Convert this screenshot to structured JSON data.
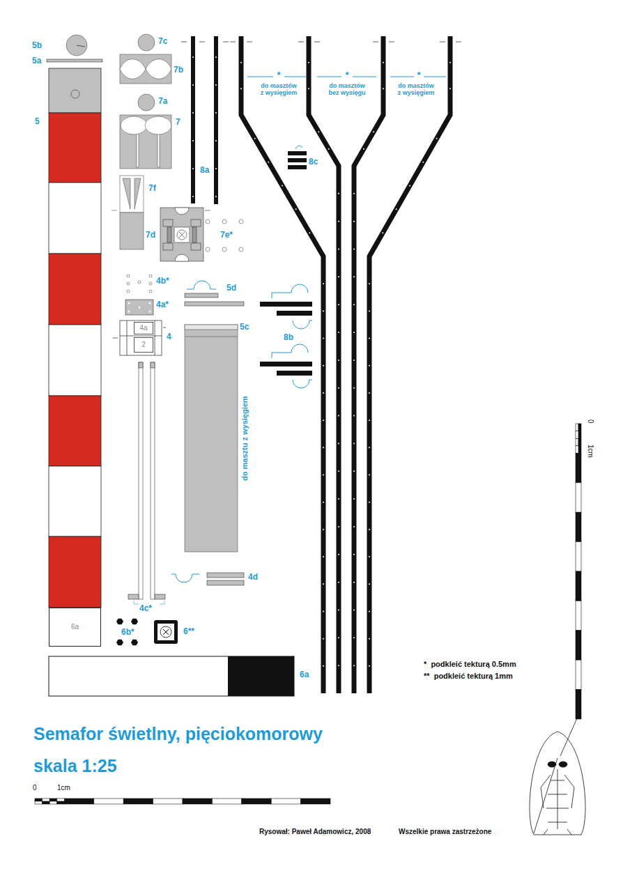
{
  "diagram": {
    "title": "Semafor świetlny, pięciokomorowy",
    "caption": "skala 1:25",
    "nodes": [
      {
        "text": [
          "6a"
        ]
      },
      {
        "text": [
          "4a"
        ]
      },
      {
        "text": [
          "2"
        ]
      }
    ],
    "labels": [
      "5b",
      "7c",
      "5a",
      "7b",
      "*",
      "do masztów z wysięgiem",
      "*",
      "do masztów bez wysięgu",
      "*",
      "do masztów z wysięgiem",
      "7a",
      "5",
      "7",
      "8c",
      "8a",
      "7f",
      "7d",
      "7e*",
      "4b*",
      "5d",
      "4a*",
      "5c",
      "8b",
      "4",
      "do masztu z wysięgiem",
      "4d",
      "4c*",
      "6b*",
      "6**",
      "6a",
      "*  podkleić tekturą 0.5mm",
      "**  podkleić tekturą 1mm",
      "0",
      "1cm",
      "0",
      "1cm",
      "Rysował: Paweł Adamowicz, 2008",
      "Wszelkie prawa zastrzeżone"
    ]
  }
}
